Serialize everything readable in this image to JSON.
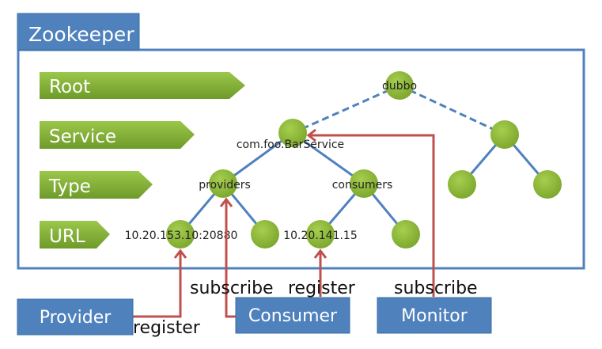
{
  "container": {
    "title": "Zookeeper"
  },
  "levels": [
    {
      "label": "Root"
    },
    {
      "label": "Service"
    },
    {
      "label": "Type"
    },
    {
      "label": "URL"
    }
  ],
  "nodes": {
    "root": "dubbo",
    "service": "com.foo.BarService",
    "providers": "providers",
    "consumers": "consumers",
    "provider_url": "10.20.153.10:20880",
    "consumer_url": "10.20.141.15"
  },
  "actors": {
    "provider": "Provider",
    "consumer": "Consumer",
    "monitor": "Monitor"
  },
  "edges": {
    "provider_register": "register",
    "consumer_subscribe": "subscribe",
    "consumer_register": "register",
    "monitor_subscribe": "subscribe"
  },
  "colors": {
    "blue": "#4F81BD",
    "green": "#8DB737",
    "red": "#C0504D"
  }
}
